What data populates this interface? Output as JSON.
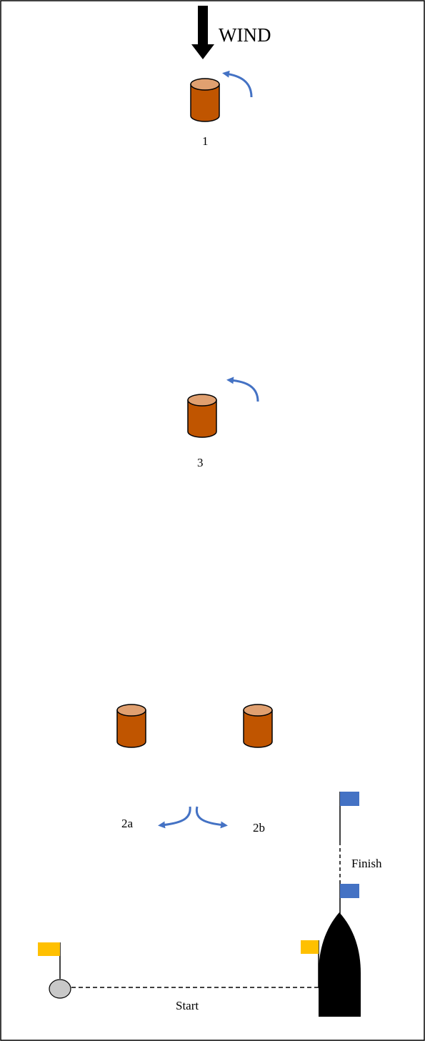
{
  "wind": {
    "label": "WIND",
    "arrow_color": "#000000"
  },
  "marks": {
    "mark_1": {
      "label": "1"
    },
    "mark_3": {
      "label": "3"
    },
    "mark_2a": {
      "label": "2a"
    },
    "mark_2b": {
      "label": "2b"
    }
  },
  "lines": {
    "start_label": "Start",
    "finish_label": "Finish"
  },
  "colors": {
    "buoy_body": "#c05500",
    "buoy_top": "#e0a070",
    "rounding_arrow": "#4472c4",
    "start_flag": "#ffc000",
    "finish_flag": "#4472c4",
    "committee_boat": "#000000",
    "pin_buoy": "#c8c8c8"
  },
  "icons": {
    "wind_arrow": "down-arrow-icon",
    "rounding_arrow": "curved-arrow-icon",
    "buoy": "cylinder-buoy-icon",
    "flag": "flag-icon",
    "boat": "committee-boat-icon"
  }
}
